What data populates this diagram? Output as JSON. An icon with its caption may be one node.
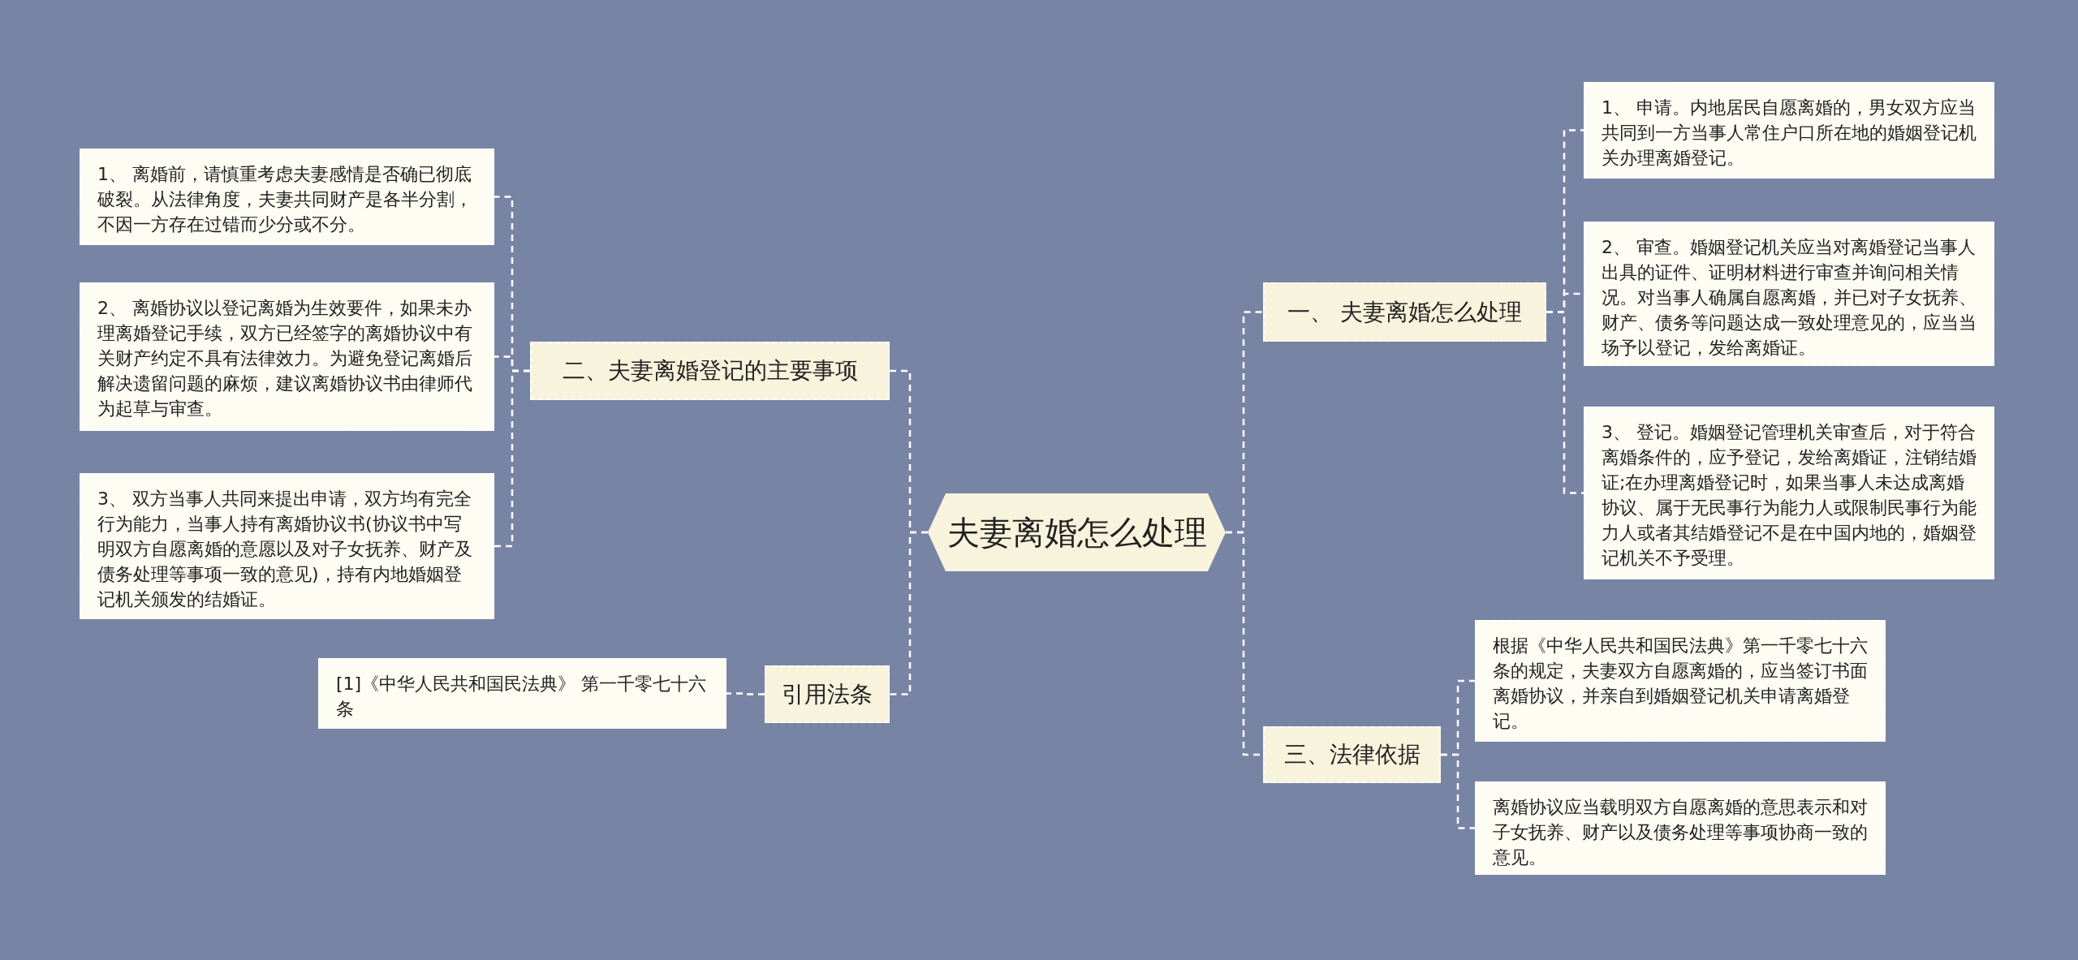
{
  "diagram": {
    "nodes": [
      {
        "text": [
          "夫妻离婚怎么处理"
        ]
      },
      {
        "text": [
          "二、夫妻离婚登记的主要事项"
        ]
      },
      {
        "text": [
          "1、 离婚前，请慎重考虑夫妻感情是否确已彻底破裂。从法律角度，夫妻共同财产是各半分割，不因一方存在过错而少分或不分。"
        ]
      },
      {
        "text": [
          "2、 离婚协议以登记离婚为生效要件，如果未办理离婚登记手续，双方已经签字的离婚协议中有关财产约定不具有法律效力。为避免登记离婚后解决遗留问题的麻烦，建议离婚协议书由律师代为起草与审查。"
        ]
      },
      {
        "text": [
          "3、 双方当事人共同来提出申请，双方均有完全行为能力，当事人持有离婚协议书(协议书中写明双方自愿离婚的意愿以及对子女抚养、财产及债务处理等事项一致的意见)，持有内地婚姻登记机关颁发的结婚证。"
        ]
      },
      {
        "text": [
          "引用法条"
        ]
      },
      {
        "text": [
          "[1]《中华人民共和国民法典》 第一千零七十六条"
        ]
      },
      {
        "text": [
          "一、 夫妻离婚怎么处理"
        ]
      },
      {
        "text": [
          "1、 申请。内地居民自愿离婚的，男女双方应当共同到一方当事人常住户口所在地的婚姻登记机关办理离婚登记。"
        ]
      },
      {
        "text": [
          "2、 审查。婚姻登记机关应当对离婚登记当事人出具的证件、证明材料进行审查并询问相关情况。对当事人确属自愿离婚，并已对子女抚养、财产、债务等问题达成一致处理意见的，应当当场予以登记，发给离婚证。"
        ]
      },
      {
        "text": [
          "3、 登记。婚姻登记管理机关审查后，对于符合离婚条件的，应予登记，发给离婚证，注销结婚证;在办理离婚登记时，如果当事人未达成离婚协议、属于无民事行为能力人或限制民事行为能力人或者其结婚登记不是在中国内地的，婚姻登记机关不予受理。"
        ]
      },
      {
        "text": [
          "三、法律依据"
        ]
      },
      {
        "text": [
          "根据《中华人民共和国民法典》第一千零七十六条的规定，夫妻双方自愿离婚的，应当签订书面离婚协议，并亲自到婚姻登记机关申请离婚登记。"
        ]
      },
      {
        "text": [
          "离婚协议应当载明双方自愿离婚的意思表示和对子女抚养、财产以及债务处理等事项协商一致的意见。"
        ]
      }
    ],
    "edges": [
      {
        "from": 0,
        "to": 1,
        "arrow": "none",
        "style": "dashed"
      },
      {
        "from": 1,
        "to": 2,
        "arrow": "none",
        "style": "dashed"
      },
      {
        "from": 1,
        "to": 3,
        "arrow": "none",
        "style": "dashed"
      },
      {
        "from": 1,
        "to": 4,
        "arrow": "none",
        "style": "dashed"
      },
      {
        "from": 0,
        "to": 5,
        "arrow": "none",
        "style": "dashed"
      },
      {
        "from": 5,
        "to": 6,
        "arrow": "none",
        "style": "dashed"
      },
      {
        "from": 0,
        "to": 7,
        "arrow": "none",
        "style": "dashed"
      },
      {
        "from": 7,
        "to": 8,
        "arrow": "none",
        "style": "dashed"
      },
      {
        "from": 7,
        "to": 9,
        "arrow": "none",
        "style": "dashed"
      },
      {
        "from": 7,
        "to": 10,
        "arrow": "none",
        "style": "dashed"
      },
      {
        "from": 0,
        "to": 11,
        "arrow": "none",
        "style": "dashed"
      },
      {
        "from": 11,
        "to": 12,
        "arrow": "none",
        "style": "dashed"
      },
      {
        "from": 11,
        "to": 13,
        "arrow": "none",
        "style": "dashed"
      }
    ]
  }
}
